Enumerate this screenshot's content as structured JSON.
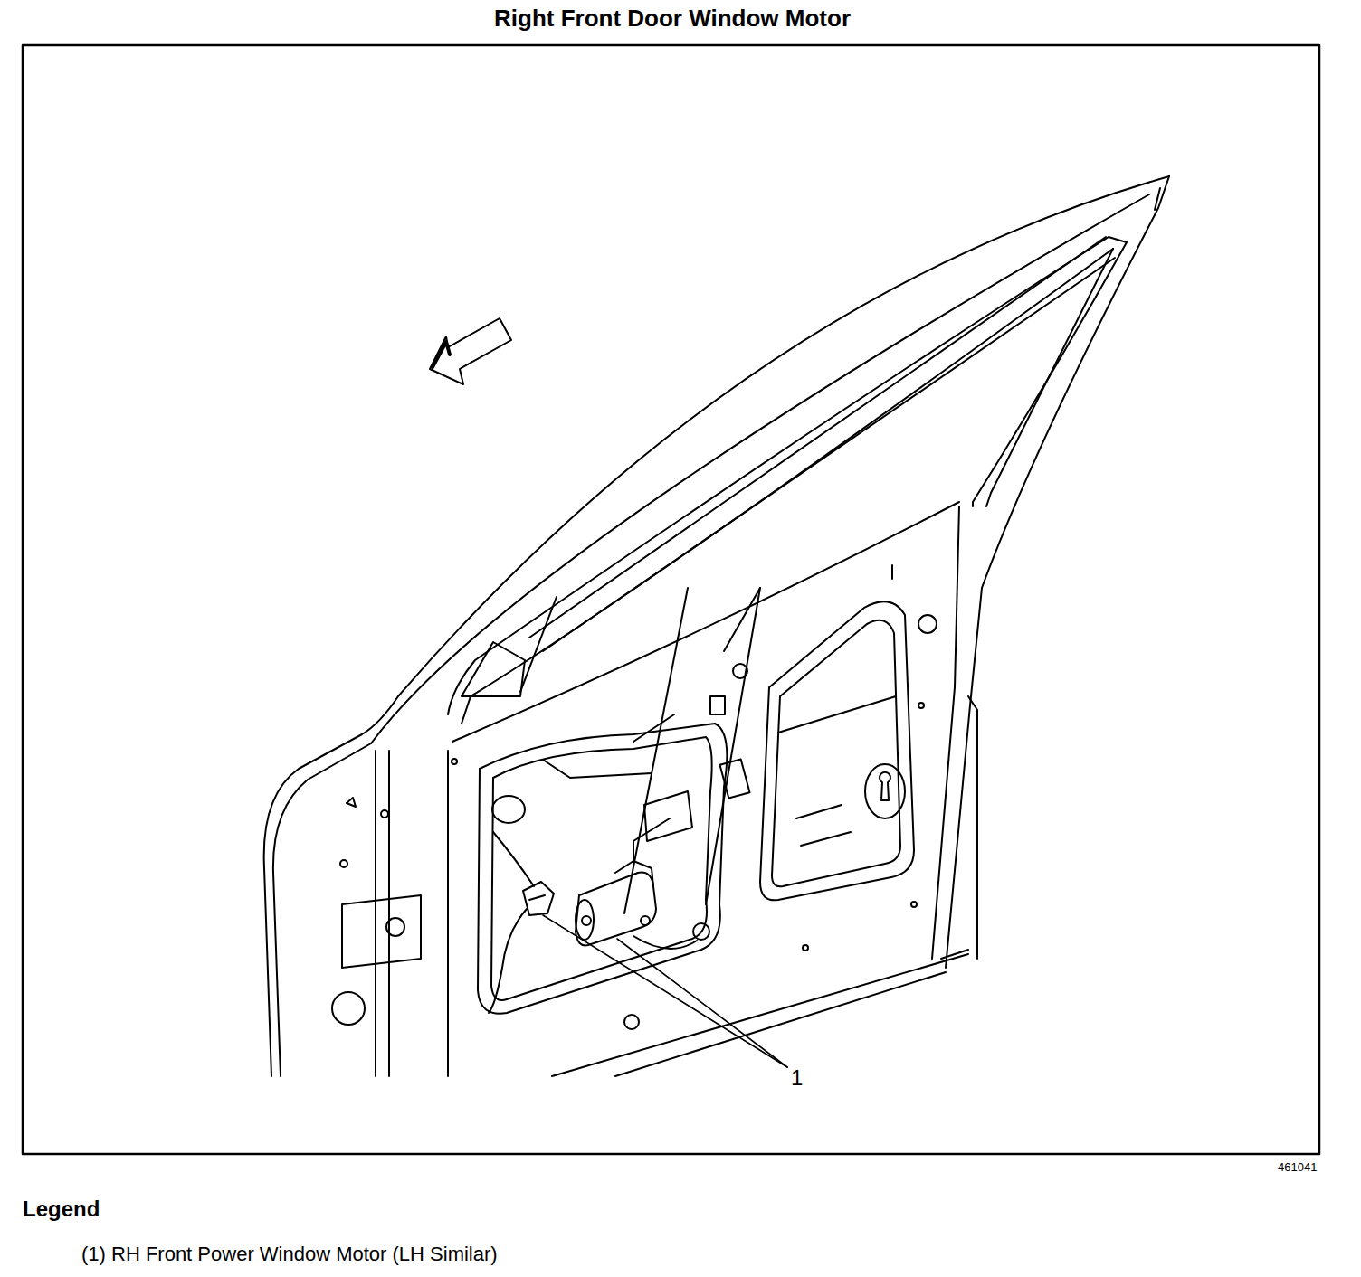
{
  "diagram": {
    "title": "Right Front Door Window Motor",
    "labels": [
      "1",
      "461041",
      "Legend"
    ],
    "legend": [
      {
        "text": "(1) RH Front Power Window Motor (LH Similar)"
      }
    ]
  }
}
